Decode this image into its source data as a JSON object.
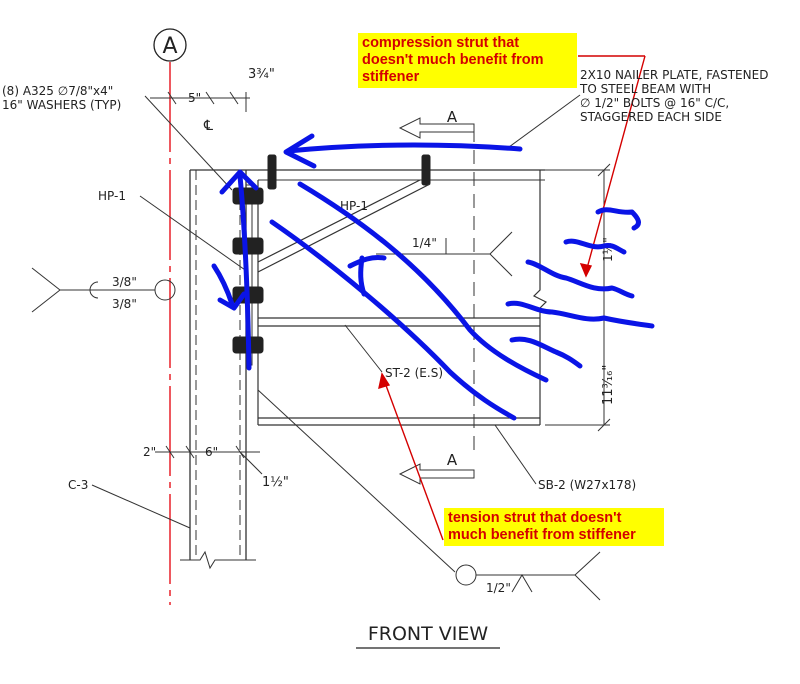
{
  "callouts": {
    "compression": "compression strut that doesn't much benefit from stiffener",
    "tension": "tension strut that doesn't much benefit from stiffener"
  },
  "notes": {
    "bolts": [
      "(8) A325 ∅7/8\"x4\"",
      "16\" WASHERS (TYP)"
    ],
    "nailer": [
      "2X10 NAILER PLATE, FASTENED",
      "TO STEEL BEAM WITH",
      "∅ 1/2\" BOLTS @ 16\" C/C,",
      "STAGGERED EACH SIDE"
    ]
  },
  "labels": {
    "grid": "A",
    "section_top": "A",
    "section_bottom": "A",
    "centerline": "℄",
    "hp1_left": "HP-1",
    "hp1_right": "HP-1",
    "weld_top": "1/4\"",
    "weld_left_top": "3/8\"",
    "weld_left_bottom": "3/8\"",
    "weld_bottom": "1/2\"",
    "st2": "ST-2 (E.S)",
    "sb2": "SB-2 (W27x178)",
    "c3": "C-3",
    "dim_5": "5\"",
    "dim_3_4": "3¾\"",
    "dim_2": "2\"",
    "dim_6": "6\"",
    "dim_1_2": "1½\"",
    "dim_vert_top": "1¼\"",
    "dim_vert_main": "11³⁄₁₆\"",
    "title": "FRONT VIEW"
  },
  "colors": {
    "annotation_blue": "#0a14e6",
    "callout_red": "#d40000",
    "highlight_yellow": "#ffff00",
    "grid_red": "#e8202a",
    "linework": "#333333"
  }
}
